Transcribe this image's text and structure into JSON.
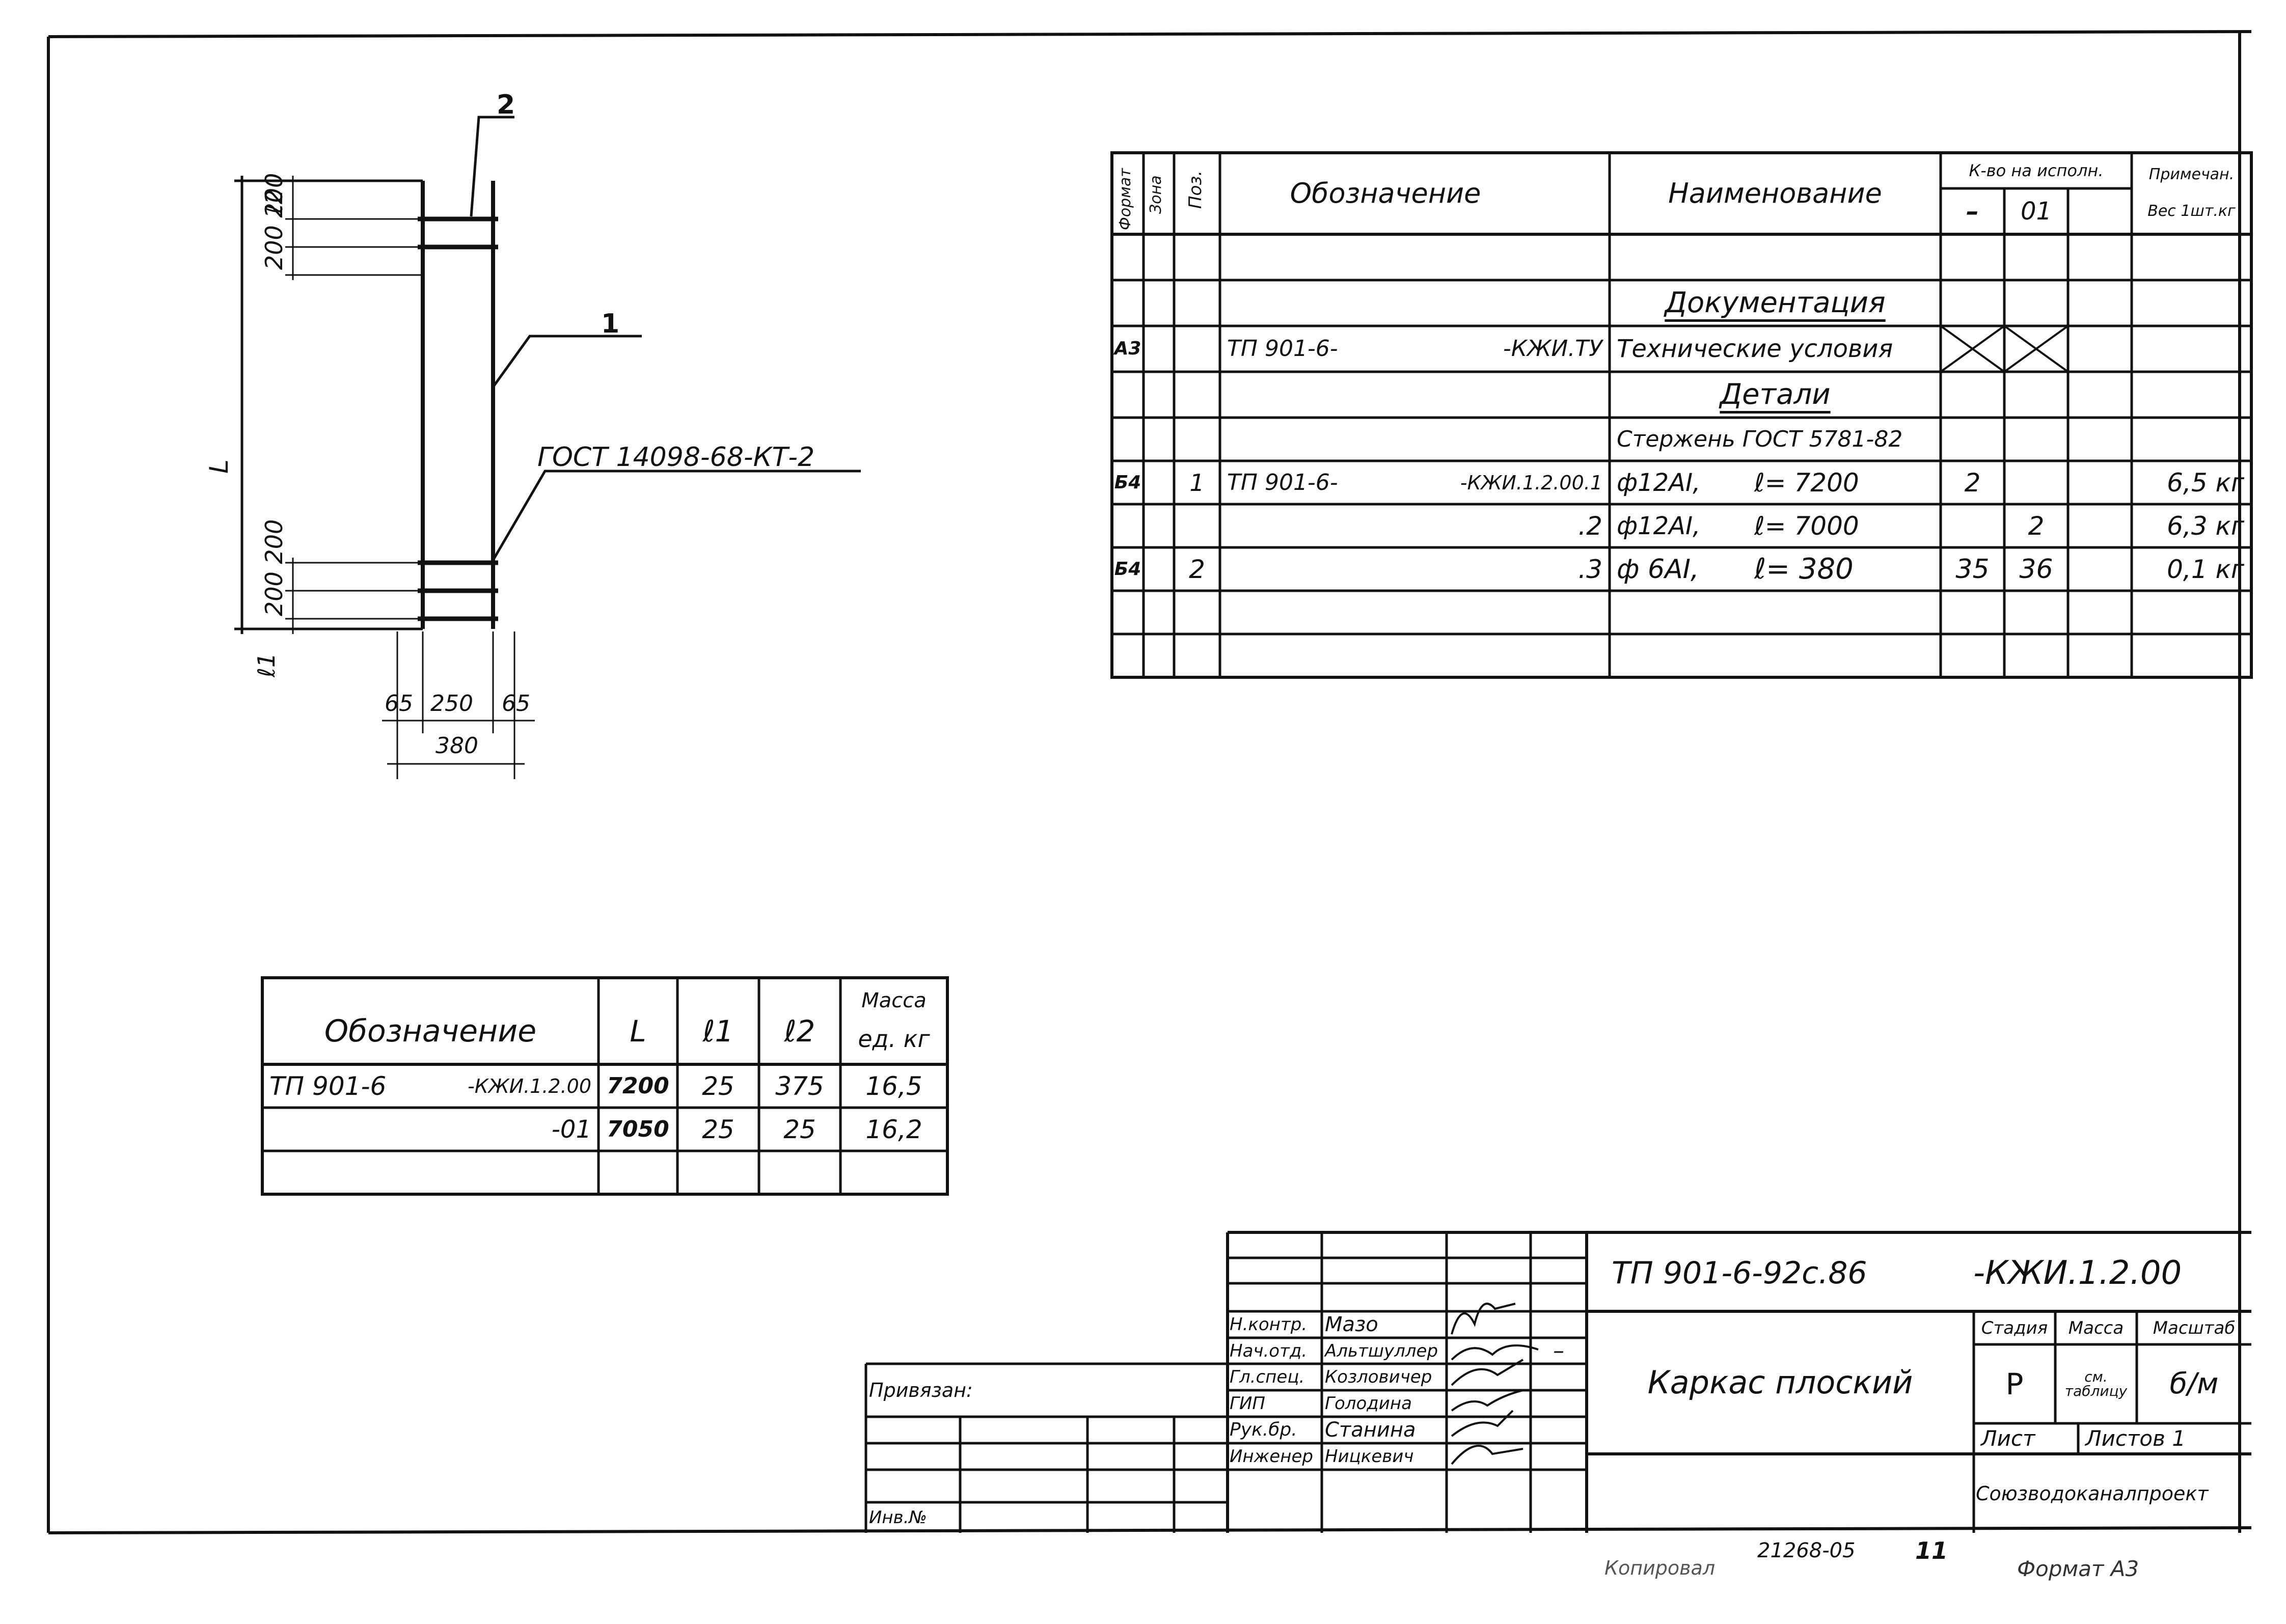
{
  "drawing": {
    "leaders": {
      "pos_1": "1",
      "pos_2": "2",
      "gost": "ГОСТ 14098-68-КТ-2"
    },
    "dims_left": {
      "L": "L",
      "top": "200 200",
      "top_l": "ℓ2",
      "bottom": "200 200",
      "bottom_l": "ℓ1"
    },
    "dims_bottom": {
      "a": "65",
      "b": "250",
      "c": "65",
      "total": "380"
    }
  },
  "spec_table": {
    "headers": {
      "format": "Формат",
      "zone": "Зона",
      "pos": "Поз.",
      "designation": "Обозначение",
      "name": "Наименование",
      "qty": "К-во на исполн.",
      "qty_col1": "–",
      "qty_col2": "01",
      "note": "Примечан.",
      "note_sub": "Вес 1шт.кг"
    },
    "sections": {
      "docs": "Документация",
      "details": "Детали"
    },
    "rows": [
      {
        "format": "А3",
        "pos": "",
        "designation_left": "ТП 901-6-",
        "designation_right": "-КЖИ.ТУ",
        "name": "Технические условия"
      },
      {
        "name": "Стержень ГОСТ 5781-82"
      },
      {
        "format": "Б4",
        "pos": "1",
        "designation_left": "ТП 901-6-",
        "designation_right": "-КЖИ.1.2.00.1",
        "name_a": "ф12АI,",
        "name_b": "ℓ= 7200",
        "q1": "2",
        "q2": "",
        "note": "6,5 кг"
      },
      {
        "format": "",
        "pos": "",
        "designation_right": ".2",
        "name_a": "ф12АI,",
        "name_b": "ℓ= 7000",
        "q1": "",
        "q2": "2",
        "note": "6,3 кг"
      },
      {
        "format": "Б4",
        "pos": "2",
        "designation_right": ".3",
        "name_a": "ф 6АI,",
        "name_b": "ℓ= 380",
        "q1": "35",
        "q2": "36",
        "note": "0,1 кг"
      }
    ]
  },
  "var_table": {
    "headers": {
      "designation": "Обозначение",
      "L": "L",
      "l1": "ℓ1",
      "l2": "ℓ2",
      "mass": "Масса",
      "mass_sub": "ед. кг"
    },
    "rows": [
      {
        "left": "ТП 901-6",
        "right": "-КЖИ.1.2.00",
        "L": "7200",
        "l1": "25",
        "l2": "375",
        "mass": "16,5"
      },
      {
        "left": "",
        "right": "-01",
        "L": "7050",
        "l1": "25",
        "l2": "25",
        "mass": "16,2"
      }
    ]
  },
  "title_block": {
    "code": "ТП 901-6-92с.86",
    "code2": "-КЖИ.1.2.00",
    "title": "Каркас плоский",
    "stage_label": "Стадия",
    "mass_label": "Масса",
    "scale_label": "Масштаб",
    "stage_value": "Р",
    "mass_value": "см. таблицу",
    "scale_value": "б/м",
    "sheet_label": "Лист",
    "sheets_label": "Листов 1",
    "org": "Союзводоканалпроект",
    "roles": [
      {
        "role": "Н.контр.",
        "name": "Мазо"
      },
      {
        "role": "Нач.отд.",
        "name": "Альтшуллер"
      },
      {
        "role": "Гл.спец.",
        "name": "Козловичер"
      },
      {
        "role": "ГИП",
        "name": "Голодина"
      },
      {
        "role": "Рук.бр.",
        "name": "Станина"
      },
      {
        "role": "Инженер",
        "name": "Ницкевич"
      }
    ],
    "dash": "–",
    "privyazan": "Привязан:",
    "inv": "Инв.№"
  },
  "footer": {
    "number": "21268-05",
    "sheet_no": "11",
    "copied": "Копировал",
    "format": "Формат А3"
  }
}
